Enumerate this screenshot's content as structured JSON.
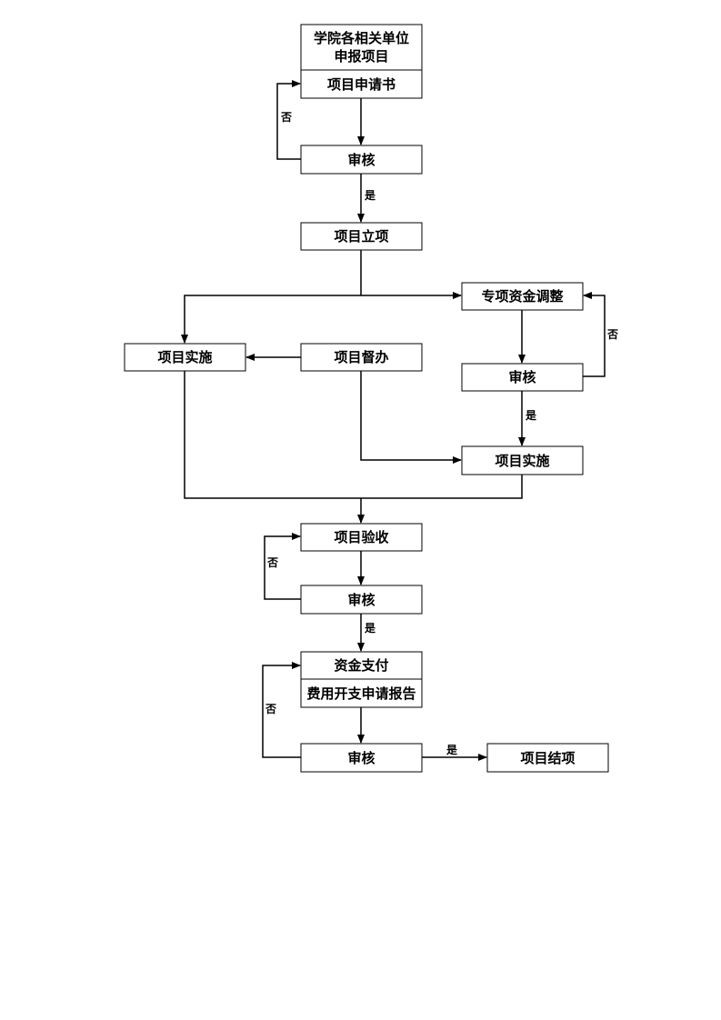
{
  "nodes": {
    "apply_units": "学院各相关单位",
    "apply_project": "申报项目",
    "application_form": "项目申请书",
    "review_1": "审核",
    "project_approval": "项目立项",
    "fund_adjust": "专项资金调整",
    "implement_left": "项目实施",
    "supervise": "项目督办",
    "review_2": "审核",
    "implement_right": "项目实施",
    "acceptance": "项目验收",
    "review_3": "审核",
    "fund_payment": "资金支付",
    "expense_report": "费用开支申请报告",
    "review_4": "审核",
    "project_close": "项目结项"
  },
  "labels": {
    "no_1": "否",
    "yes_1": "是",
    "no_2": "否",
    "yes_2": "是",
    "no_3": "否",
    "yes_3": "是",
    "no_4": "否",
    "yes_4": "是"
  }
}
